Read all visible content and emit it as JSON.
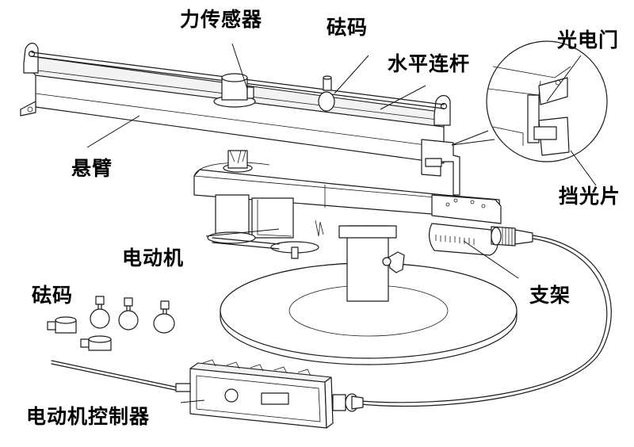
{
  "diagram": {
    "subject": "centripetal force experiment apparatus",
    "labels": {
      "force_sensor": "力传感器",
      "weight_top": "砝码",
      "horizontal_rod": "水平连杆",
      "photogate": "光电门",
      "cantilever": "悬臂",
      "light_blocker": "挡光片",
      "motor": "电动机",
      "weights_loose": "砝码",
      "bracket": "支架",
      "motor_controller": "电动机控制器"
    }
  }
}
